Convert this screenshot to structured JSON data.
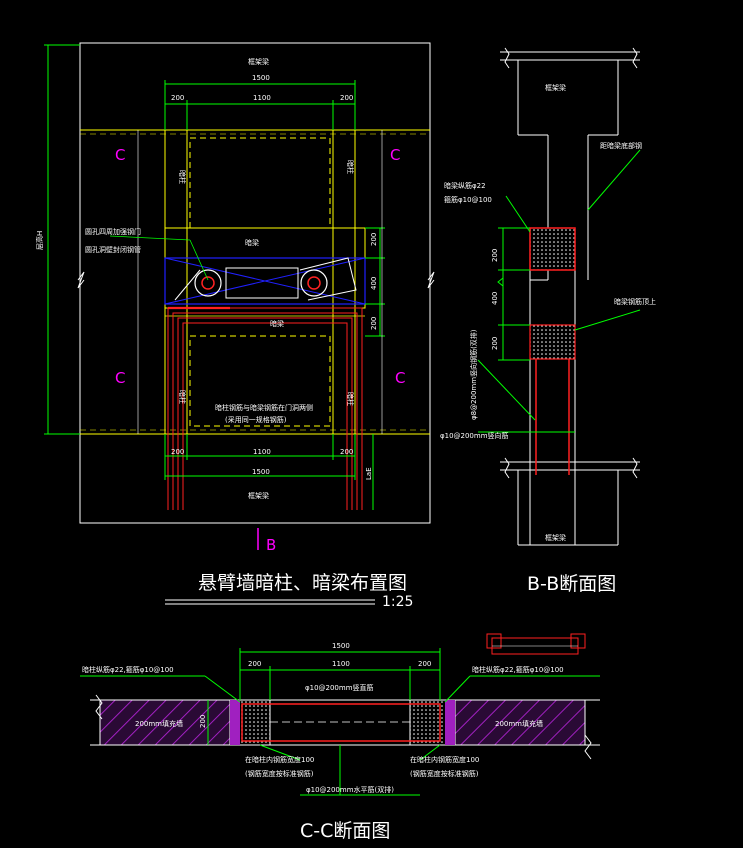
{
  "labels": {
    "top_beam": "框架梁",
    "bottom_beam": "框架梁",
    "dim_total_top": "1500",
    "dim_total_bottom": "1500",
    "dim_side": "200",
    "dim_mid": "1100",
    "dim_400": "400",
    "dim_lae": "LaE",
    "height": "层高H",
    "hidden_column": "暗柱",
    "hidden_beam": "暗梁",
    "sec_c": "C",
    "sec_b": "B",
    "note_opening_1": "圆孔四周加强钢门",
    "note_opening_2": "圆孔洞壁封闭钢管",
    "note_cap_1": "暗柱钢筋与暗梁钢筋在门洞两侧",
    "note_cap_2": "(采用同一规格钢筋)"
  },
  "bb": {
    "beam": "框架梁",
    "bar_22": "暗梁纵筋φ22",
    "stirrup": "箍筋φ10@100",
    "to_beam_bottom": "距暗梁底部钢",
    "to_beam_top": "暗梁钢筋顶上",
    "vbar": "φ8@200mm竖向钢筋(双排)",
    "hbar": "φ10@200mm竖向筋",
    "dim_200": "200",
    "dim_400": "400"
  },
  "cc": {
    "dim_total": "1500",
    "dim_side": "200",
    "dim_mid": "1100",
    "left_note": "暗柱纵筋φ22,箍筋φ10@100",
    "right_note": "暗柱纵筋φ22,箍筋φ10@100",
    "top_bar": "φ10@200mm竖直筋",
    "wall_left": "200mm填充墙",
    "wall_right": "200mm填充墙",
    "dim_200": "200",
    "note_l1": "在暗柱内钢筋宽度100",
    "note_l2": "(钢筋宽度按标准钢筋)",
    "note_r1": "在暗柱内钢筋宽度100",
    "note_r2": "(钢筋宽度按标准钢筋)",
    "bottom_bar": "φ10@200mm水平筋(双排)"
  },
  "titles": {
    "main": "悬臂墙暗柱、暗梁布置图",
    "scale": "1:25",
    "bb": "B-B断面图",
    "cc": "C-C断面图"
  },
  "colors": {
    "background": "#000000",
    "line": "#ffffff",
    "yellow": "#ffff00",
    "green": "#00ff00",
    "red": "#ff2020",
    "blue": "#2020ff",
    "magenta": "#ff00ff",
    "hatch": "#a020c0"
  }
}
